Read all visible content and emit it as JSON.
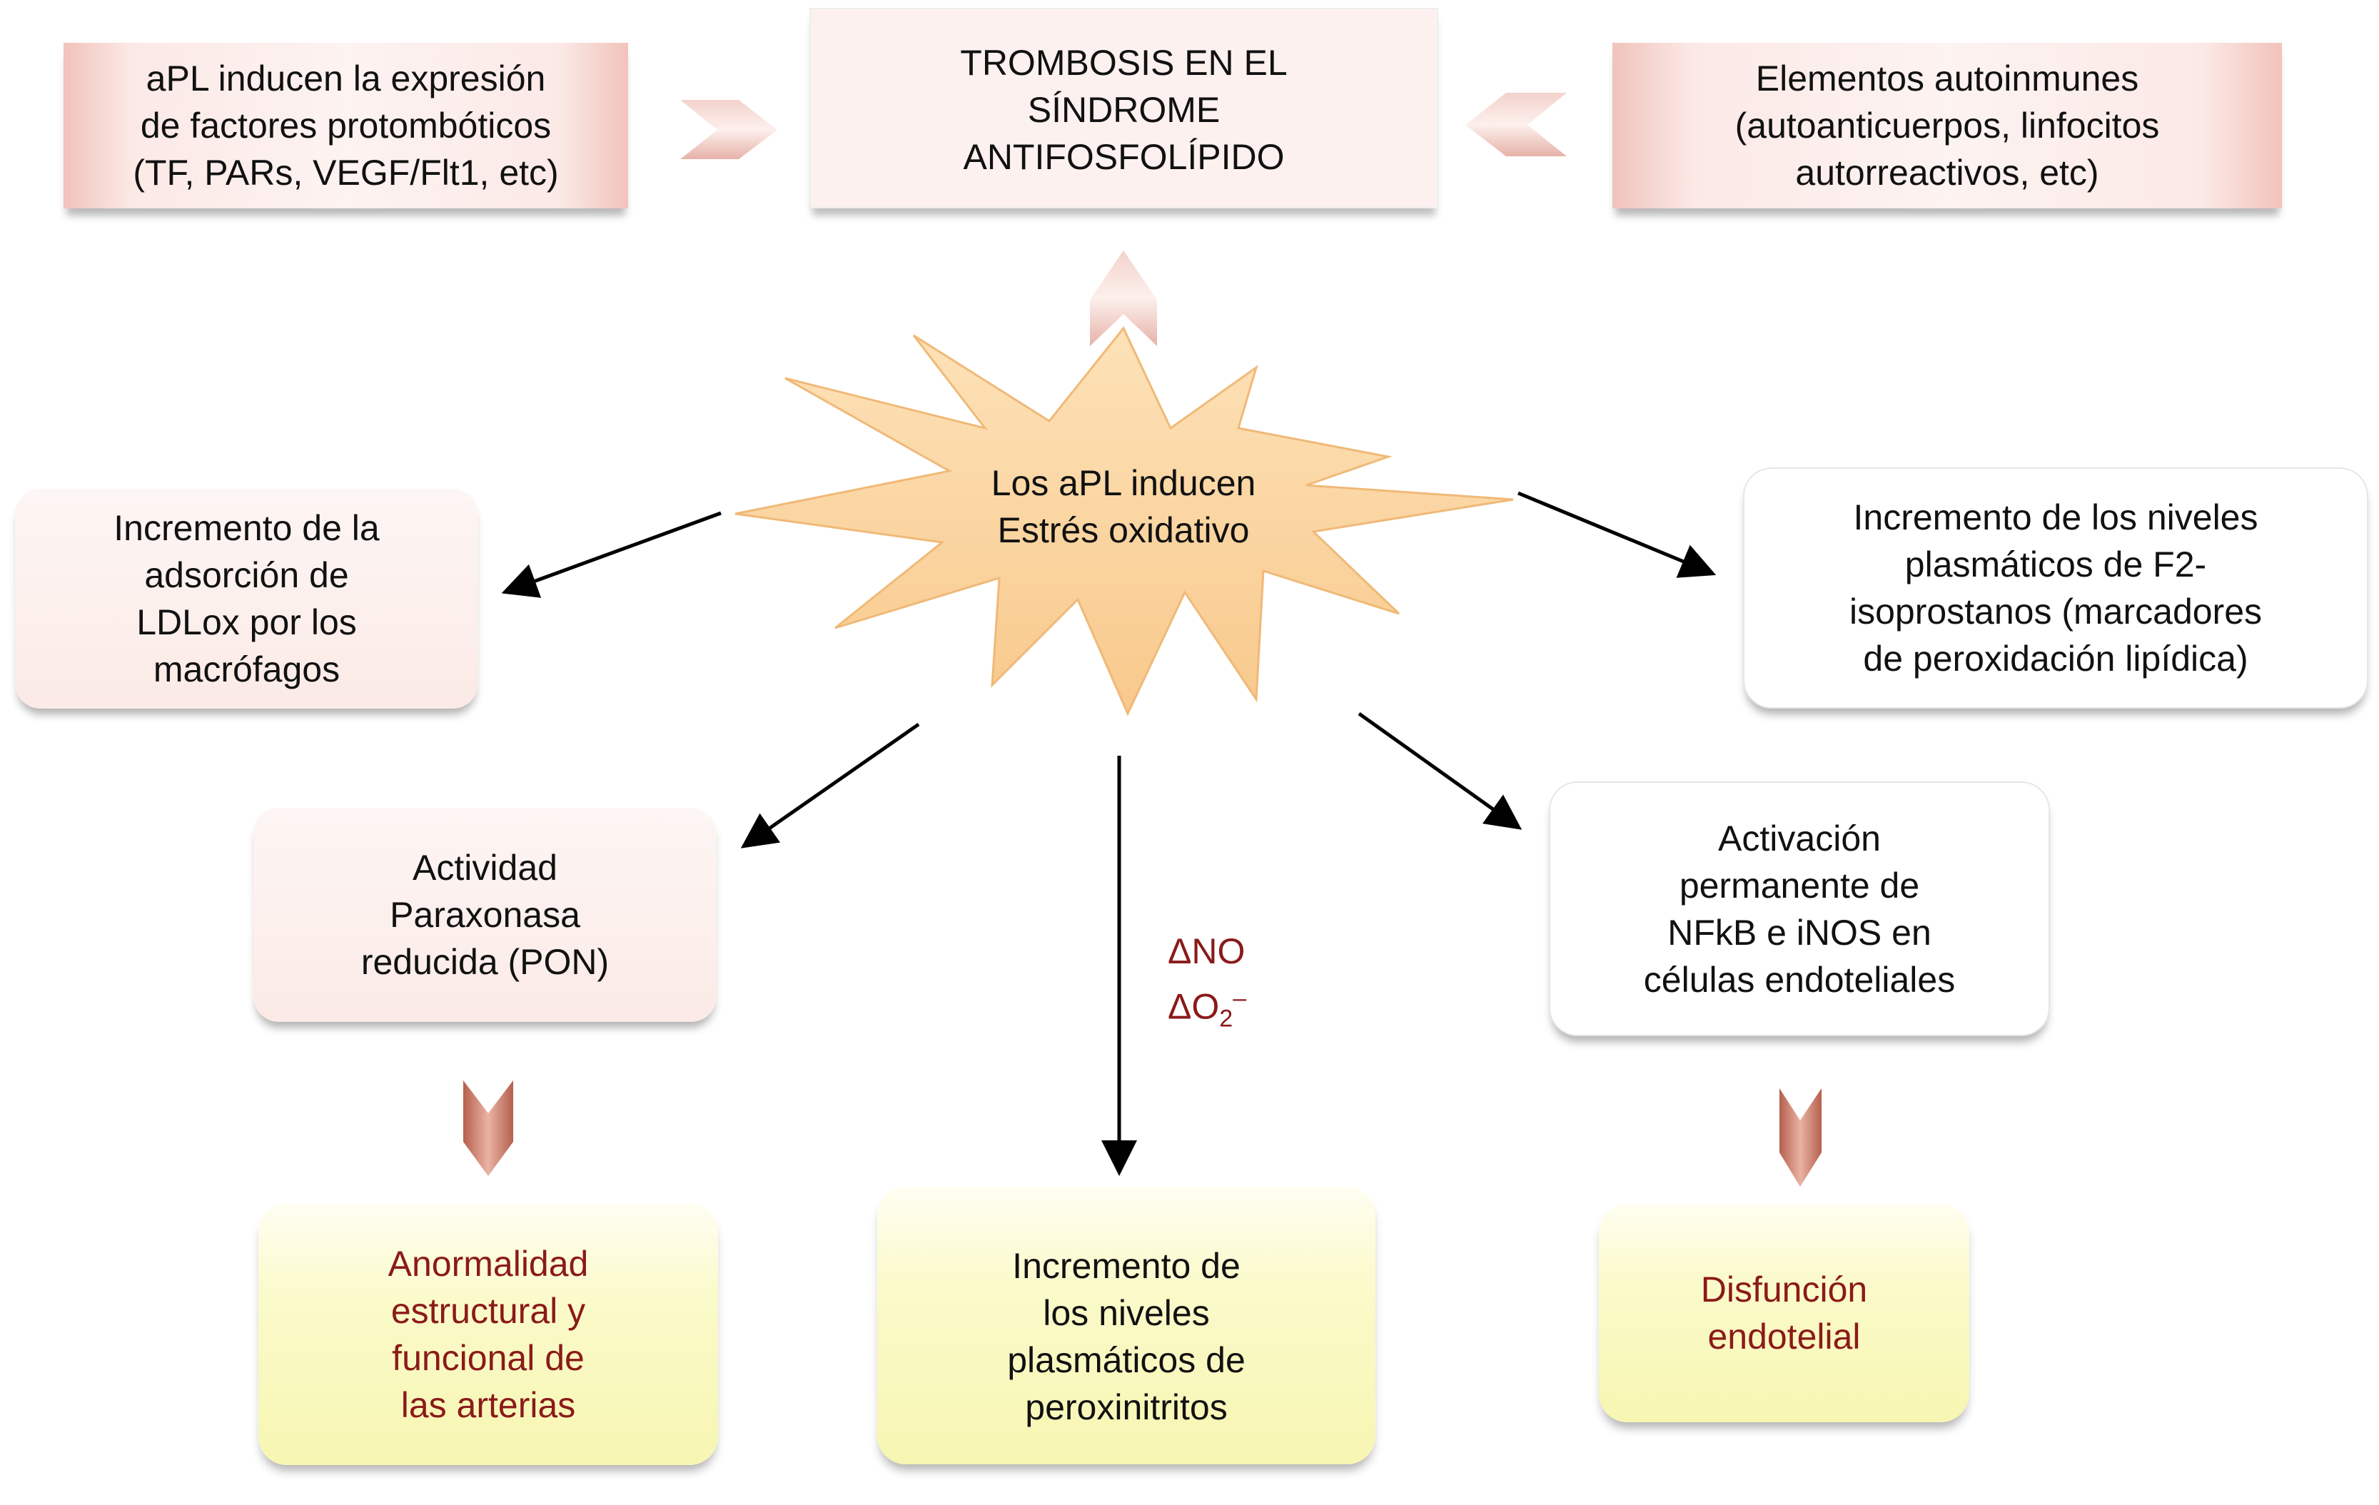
{
  "top": {
    "left": "aPL inducen la expresión\nde factores protombóticos\n(TF, PARs, VEGF/Flt1, etc)",
    "center": "TROMBOSIS EN EL\nSÍNDROME\nANTIFOSFOLÍPIDO",
    "right": "Elementos autoinmunes\n(autoanticuerpos, linfocitos\nautorreactivos, etc)"
  },
  "center_star": "Los aPL inducen\nEstrés oxidativo",
  "middle": {
    "left": "Incremento de la\nadsorción de\nLDLox por los\nmacrófagos",
    "right": "Incremento de los niveles\nplasmáticos de F2-\nisoprostanos (marcadores\nde peroxidación lipídica)"
  },
  "lower": {
    "paraxonasa": "Actividad\nParaxonasa\nreducida (PON)",
    "nfkb": "Activación\npermanente de\nNFkB e iNOS en\ncélulas endoteliales"
  },
  "arrow_label": {
    "line1": "ΔNO",
    "line2_base": "ΔO",
    "line2_sub": "2",
    "line2_sup": "–"
  },
  "bottom": {
    "arterias": "Anormalidad\nestructural y\nfuncional de\nlas arterias",
    "peroxinitritos": "Incremento de\nlos niveles\nplasmáticos de\nperoxinitritos",
    "disfuncion": "Disfunción\nendotelial"
  },
  "colors": {
    "star": "#fbd09a",
    "outcome_text": "#8b1a1a",
    "chevron": "#c97a68",
    "yellow_box": "#f7f6b2"
  }
}
